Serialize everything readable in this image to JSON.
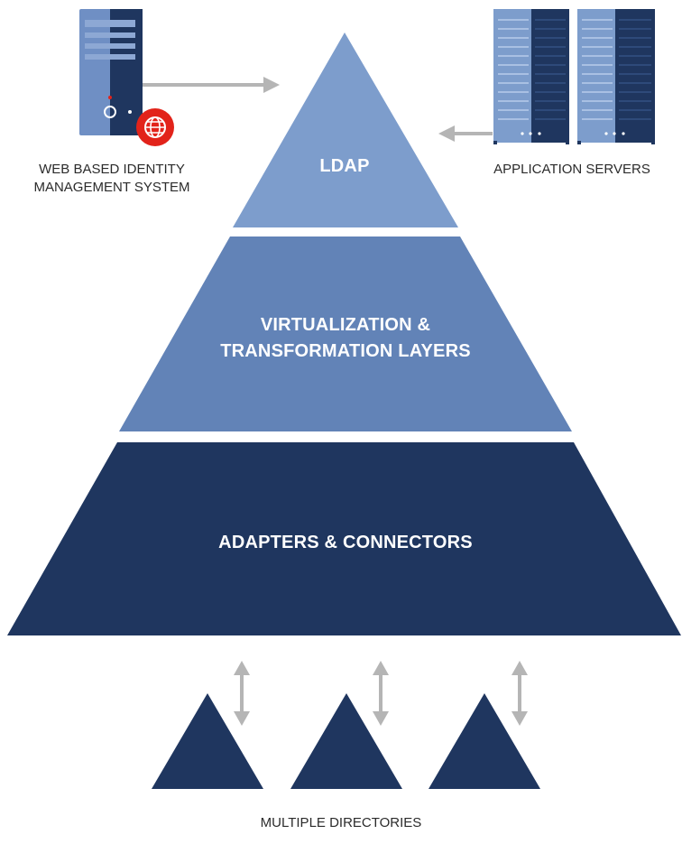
{
  "layers": {
    "ldap": "LDAP",
    "virtualization_line1": "VIRTUALIZATION &",
    "virtualization_line2": "TRANSFORMATION LAYERS",
    "adapters": "ADAPTERS & CONNECTORS"
  },
  "labels": {
    "web_identity_line1": "WEB BASED IDENTITY",
    "web_identity_line2": "MANAGEMENT SYSTEM",
    "application_servers": "APPLICATION SERVERS",
    "multiple_directories": "MULTIPLE DIRECTORIES"
  },
  "icons": {
    "web_system": "server-tower-icon",
    "globe": "globe-icon",
    "servers": "server-rack-icon",
    "directories": "directory-triangle-icon"
  },
  "colors": {
    "ldap": "#7d9dcc",
    "virtualization": "#6283b7",
    "adapters": "#1f365f",
    "directory": "#1f365f",
    "arrow": "#b5b5b5",
    "globe_badge": "#e2231a"
  }
}
